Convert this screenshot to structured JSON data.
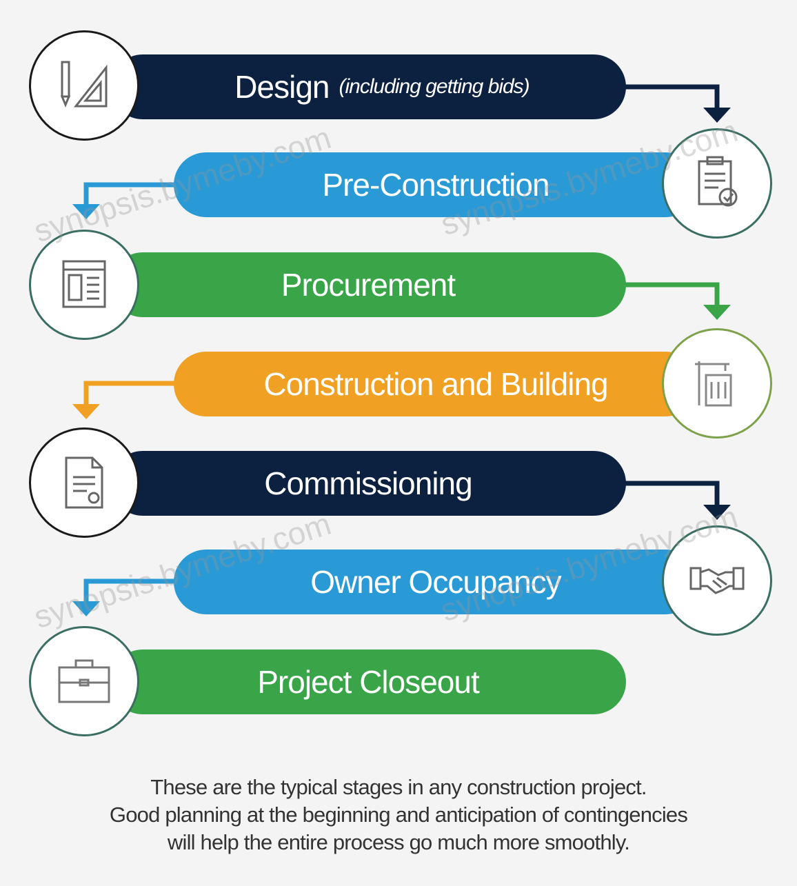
{
  "stages": [
    {
      "label": "Design",
      "sub": "(including getting bids)",
      "color": "#0c2140",
      "icon": "drafting-tools-icon"
    },
    {
      "label": "Pre-Construction",
      "sub": "",
      "color": "#2a9ad6",
      "icon": "clipboard-check-icon"
    },
    {
      "label": "Procurement",
      "sub": "",
      "color": "#3aa548",
      "icon": "catalog-book-icon"
    },
    {
      "label": "Construction and Building",
      "sub": "",
      "color": "#f0a023",
      "icon": "building-crane-icon"
    },
    {
      "label": "Commissioning",
      "sub": "",
      "color": "#0c2140",
      "icon": "contract-document-icon"
    },
    {
      "label": "Owner Occupancy",
      "sub": "",
      "color": "#2a9ad6",
      "icon": "handshake-icon"
    },
    {
      "label": "Project Closeout",
      "sub": "",
      "color": "#3aa548",
      "icon": "briefcase-icon"
    }
  ],
  "caption": {
    "line1": "These are the typical stages in any construction project.",
    "line2": "Good planning at the beginning and anticipation of contingencies",
    "line3": "will help the entire process go much more smoothly."
  },
  "watermark": "synopsis.bymeby.com"
}
